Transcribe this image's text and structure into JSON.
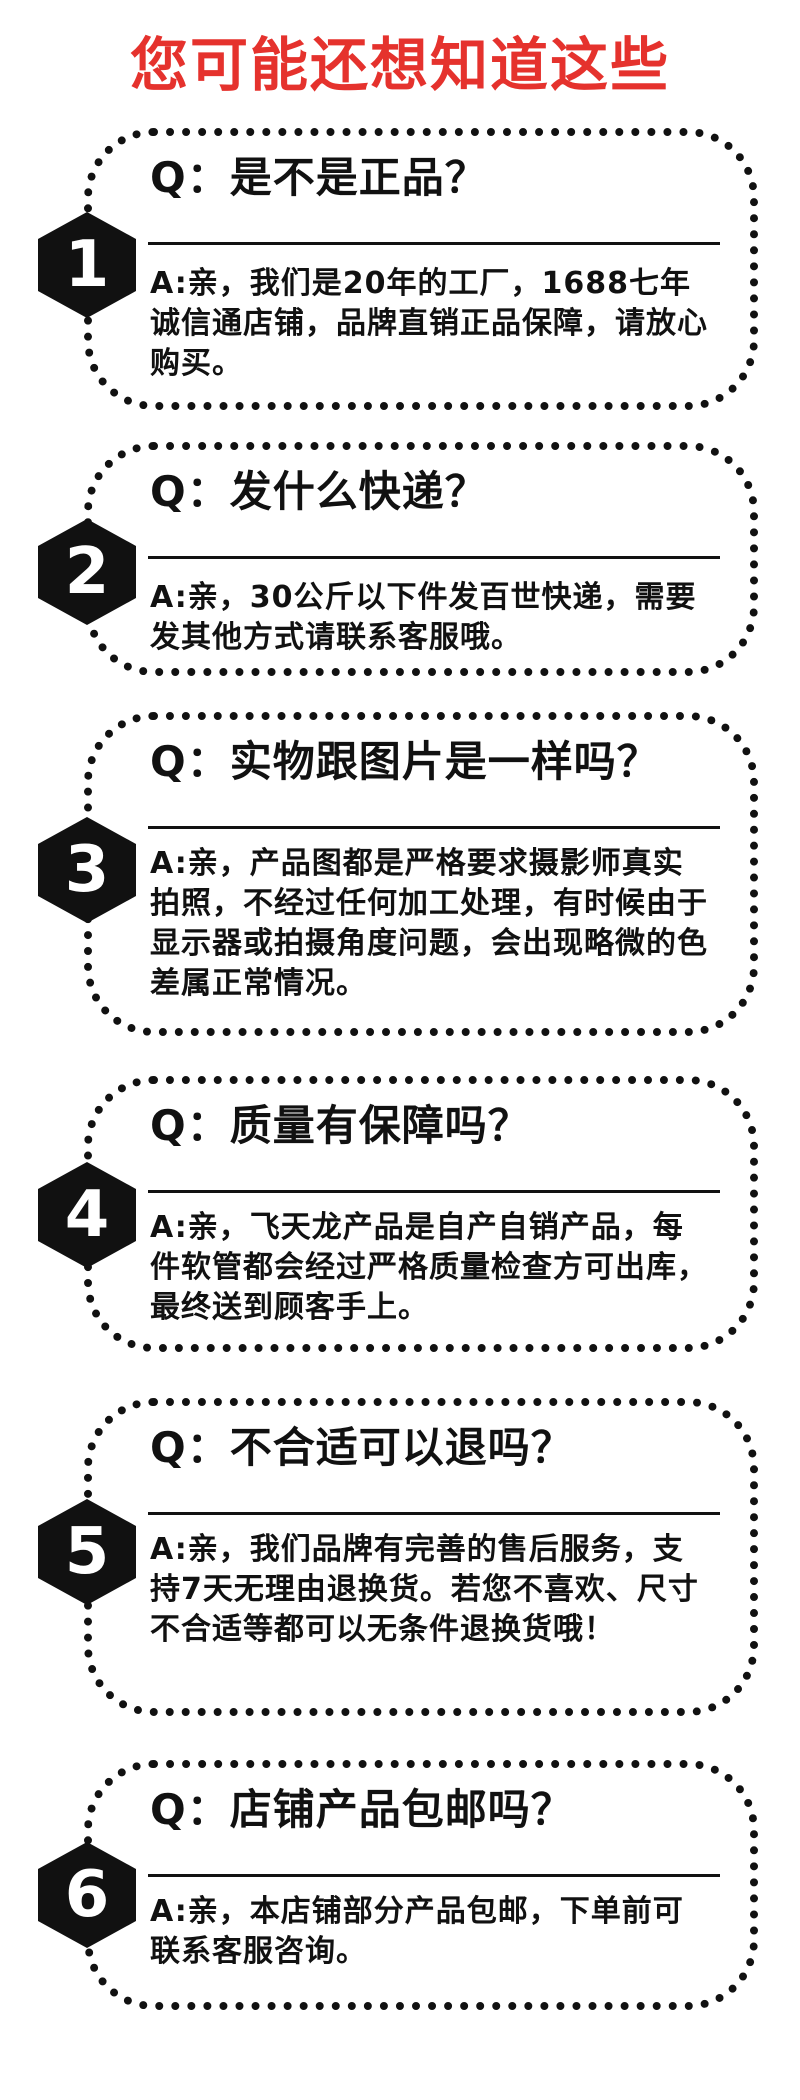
{
  "page": {
    "title": "您可能还想知道这些",
    "title_color": "#e5322d",
    "text_color": "#111111"
  },
  "faqs": [
    {
      "number": "1",
      "question": "Q：是不是正品？",
      "answer": "A:亲，我们是20年的工厂，1688七年诚信通店铺，品牌直销正品保障，请放心购买。"
    },
    {
      "number": "2",
      "question": "Q：发什么快递？",
      "answer": "A:亲，30公斤以下件发百世快递，需要发其他方式请联系客服哦。"
    },
    {
      "number": "3",
      "question": "Q：实物跟图片是一样吗？",
      "answer": "A:亲，产品图都是严格要求摄影师真实拍照，不经过任何加工处理，有时候由于显示器或拍摄角度问题，会出现略微的色差属正常情况。"
    },
    {
      "number": "4",
      "question": "Q：质量有保障吗？",
      "answer": "A:亲，飞天龙产品是自产自销产品，每件软管都会经过严格质量检查方可出库，最终送到顾客手上。"
    },
    {
      "number": "5",
      "question": "Q：不合适可以退吗？",
      "answer": "A:亲，我们品牌有完善的售后服务，支持7天无理由退换货。若您不喜欢、尺寸不合适等都可以无条件退换货哦！"
    },
    {
      "number": "6",
      "question": "Q：店铺产品包邮吗？",
      "answer": "A:亲，本店铺部分产品包邮，下单前可联系客服咨询。"
    }
  ]
}
